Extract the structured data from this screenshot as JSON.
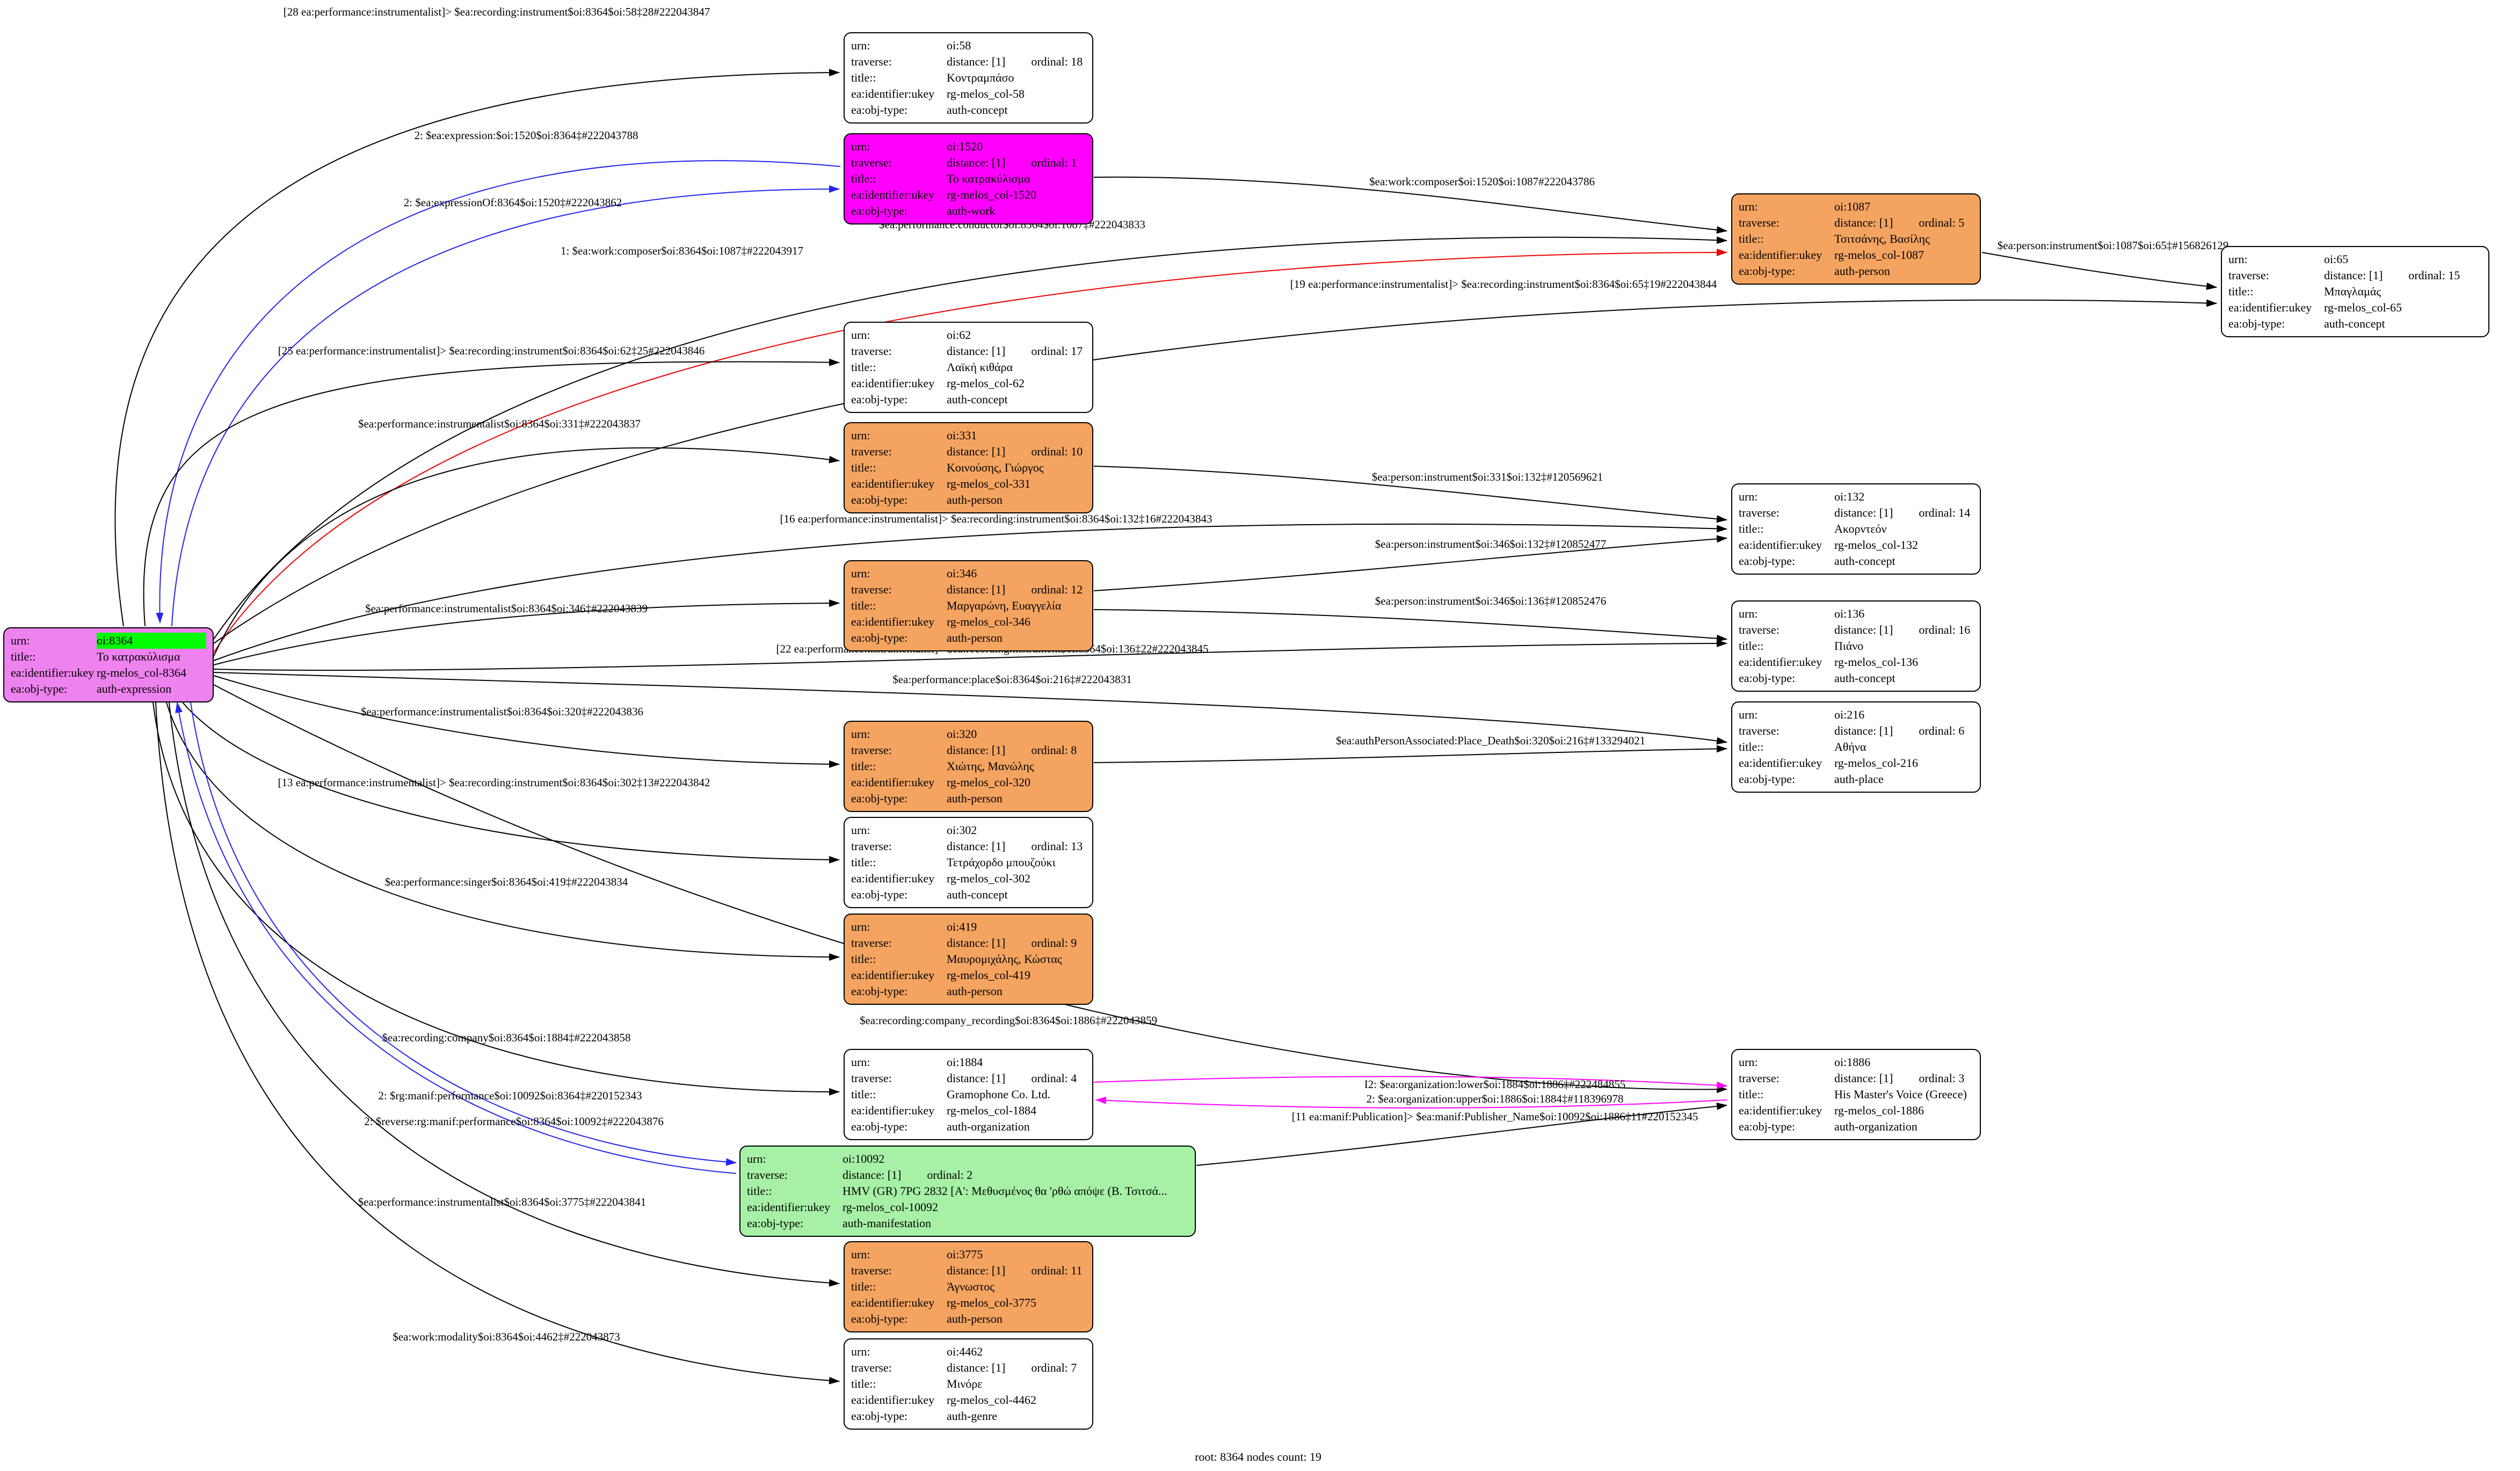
{
  "footer": {
    "text": "root: 8364 nodes count: 19"
  },
  "field_labels": {
    "urn": "urn:",
    "traverse": "traverse:",
    "distance": "distance:",
    "ordinal": "ordinal:",
    "title": "title::",
    "ukey": "ea:identifier:ukey",
    "objtype": "ea:obj-type:"
  },
  "root_node": {
    "urn": "oi:8364",
    "title": "Το κατρακύλισμα",
    "ukey": "rg-melos_col-8364",
    "objtype": "auth-expression"
  },
  "nodes": [
    {
      "urn": "oi:58",
      "distance": "[1]",
      "ordinal": "18",
      "title": "Κοντραμπάσο",
      "ukey": "rg-melos_col-58",
      "objtype": "auth-concept"
    },
    {
      "urn": "oi:1520",
      "distance": "[1]",
      "ordinal": "1",
      "title": "Το κατρακύλισμα",
      "ukey": "rg-melos_col-1520",
      "objtype": "auth-work"
    },
    {
      "urn": "oi:1087",
      "distance": "[1]",
      "ordinal": "5",
      "title": "Τσιτσάνης, Βασίλης",
      "ukey": "rg-melos_col-1087",
      "objtype": "auth-person"
    },
    {
      "urn": "oi:65",
      "distance": "[1]",
      "ordinal": "15",
      "title": "Μπαγλαμάς",
      "ukey": "rg-melos_col-65",
      "objtype": "auth-concept"
    },
    {
      "urn": "oi:62",
      "distance": "[1]",
      "ordinal": "17",
      "title": "Λαϊκή κιθάρα",
      "ukey": "rg-melos_col-62",
      "objtype": "auth-concept"
    },
    {
      "urn": "oi:331",
      "distance": "[1]",
      "ordinal": "10",
      "title": "Κοινούσης, Γιώργος",
      "ukey": "rg-melos_col-331",
      "objtype": "auth-person"
    },
    {
      "urn": "oi:132",
      "distance": "[1]",
      "ordinal": "14",
      "title": "Ακορντεόν",
      "ukey": "rg-melos_col-132",
      "objtype": "auth-concept"
    },
    {
      "urn": "oi:346",
      "distance": "[1]",
      "ordinal": "12",
      "title": "Μαργαρώνη, Ευαγγελία",
      "ukey": "rg-melos_col-346",
      "objtype": "auth-person"
    },
    {
      "urn": "oi:136",
      "distance": "[1]",
      "ordinal": "16",
      "title": "Πιάνο",
      "ukey": "rg-melos_col-136",
      "objtype": "auth-concept"
    },
    {
      "urn": "oi:216",
      "distance": "[1]",
      "ordinal": "6",
      "title": "Αθήνα",
      "ukey": "rg-melos_col-216",
      "objtype": "auth-place"
    },
    {
      "urn": "oi:320",
      "distance": "[1]",
      "ordinal": "8",
      "title": "Χιώτης, Μανώλης",
      "ukey": "rg-melos_col-320",
      "objtype": "auth-person"
    },
    {
      "urn": "oi:302",
      "distance": "[1]",
      "ordinal": "13",
      "title": "Τετράχορδο μπουζούκι",
      "ukey": "rg-melos_col-302",
      "objtype": "auth-concept"
    },
    {
      "urn": "oi:419",
      "distance": "[1]",
      "ordinal": "9",
      "title": "Μαυρομιχάλης, Κώστας",
      "ukey": "rg-melos_col-419",
      "objtype": "auth-person"
    },
    {
      "urn": "oi:1884",
      "distance": "[1]",
      "ordinal": "4",
      "title": "Gramophone Co. Ltd.",
      "ukey": "rg-melos_col-1884",
      "objtype": "auth-organization"
    },
    {
      "urn": "oi:1886",
      "distance": "[1]",
      "ordinal": "3",
      "title": "His Master's Voice (Greece)",
      "ukey": "rg-melos_col-1886",
      "objtype": "auth-organization"
    },
    {
      "urn": "oi:10092",
      "distance": "[1]",
      "ordinal": "2",
      "title": "HMV (GR) 7PG 2832 [Α': Μεθυσμένος θα 'ρθώ απόψε (Β. Τσιτσά...",
      "ukey": "rg-melos_col-10092",
      "objtype": "auth-manifestation"
    },
    {
      "urn": "oi:3775",
      "distance": "[1]",
      "ordinal": "11",
      "title": "Άγνωστος",
      "ukey": "rg-melos_col-3775",
      "objtype": "auth-person"
    },
    {
      "urn": "oi:4462",
      "distance": "[1]",
      "ordinal": "7",
      "title": "Μινόρε",
      "ukey": "rg-melos_col-4462",
      "objtype": "auth-genre"
    }
  ],
  "edges": [
    {
      "label": "[28 ea:performance:instrumentalist]> $ea:recording:instrument$oi:8364$oi:58‡28#222043847",
      "color": "black",
      "from": "oi:8364",
      "to": "oi:58"
    },
    {
      "label": "2: $ea:expression:$oi:1520$oi:8364‡#222043788",
      "color": "blue",
      "from": "oi:1520",
      "to": "oi:8364"
    },
    {
      "label": "2: $ea:expressionOf:8364$oi:1520‡#222043862",
      "color": "blue",
      "from": "oi:8364",
      "to": "oi:1520"
    },
    {
      "label": "$ea:work:composer$oi:1520$oi:1087#222043786",
      "color": "black",
      "from": "oi:1520",
      "to": "oi:1087"
    },
    {
      "label": "$ea:performance:conductor$oi:8364$oi:1087‡#222043833",
      "color": "black",
      "from": "oi:8364",
      "to": "oi:1087"
    },
    {
      "label": "1: $ea:work:composer$oi:8364$oi:1087‡#222043917",
      "color": "red",
      "from": "oi:8364",
      "to": "oi:1087"
    },
    {
      "label": "$ea:person:instrument$oi:1087$oi:65‡#156826129",
      "color": "black",
      "from": "oi:1087",
      "to": "oi:65"
    },
    {
      "label": "[19 ea:performance:instrumentalist]> $ea:recording:instrument$oi:8364$oi:65‡19#222043844",
      "color": "black",
      "from": "oi:8364",
      "to": "oi:65"
    },
    {
      "label": "[25 ea:performance:instrumentalist]> $ea:recording:instrument$oi:8364$oi:62‡25#222043846",
      "color": "black",
      "from": "oi:8364",
      "to": "oi:62"
    },
    {
      "label": "$ea:performance:instrumentalist$oi:8364$oi:331‡#222043837",
      "color": "black",
      "from": "oi:8364",
      "to": "oi:331"
    },
    {
      "label": "$ea:person:instrument$oi:331$oi:132‡#120569621",
      "color": "black",
      "from": "oi:331",
      "to": "oi:132"
    },
    {
      "label": "[16 ea:performance:instrumentalist]> $ea:recording:instrument$oi:8364$oi:132‡16#222043843",
      "color": "black",
      "from": "oi:8364",
      "to": "oi:132"
    },
    {
      "label": "$ea:person:instrument$oi:346$oi:132‡#120852477",
      "color": "black",
      "from": "oi:346",
      "to": "oi:132"
    },
    {
      "label": "$ea:performance:instrumentalist$oi:8364$oi:346‡#222043839",
      "color": "black",
      "from": "oi:8364",
      "to": "oi:346"
    },
    {
      "label": "$ea:person:instrument$oi:346$oi:136‡#120852476",
      "color": "black",
      "from": "oi:346",
      "to": "oi:136"
    },
    {
      "label": "[22 ea:performance:instrumentalist]> $ea:recording:instrument$oi:8364$oi:136‡22#222043845",
      "color": "black",
      "from": "oi:8364",
      "to": "oi:136"
    },
    {
      "label": "$ea:performance:place$oi:8364$oi:216‡#222043831",
      "color": "black",
      "from": "oi:8364",
      "to": "oi:216"
    },
    {
      "label": "$ea:performance:instrumentalist$oi:8364$oi:320‡#222043836",
      "color": "black",
      "from": "oi:8364",
      "to": "oi:320"
    },
    {
      "label": "$ea:authPersonAssociated:Place_Death$oi:320$oi:216‡#133294021",
      "color": "black",
      "from": "oi:320",
      "to": "oi:216"
    },
    {
      "label": "[13 ea:performance:instrumentalist]> $ea:recording:instrument$oi:8364$oi:302‡13#222043842",
      "color": "black",
      "from": "oi:8364",
      "to": "oi:302"
    },
    {
      "label": "$ea:performance:singer$oi:8364$oi:419‡#222043834",
      "color": "black",
      "from": "oi:8364",
      "to": "oi:419"
    },
    {
      "label": "$ea:recording:company_recording$oi:8364$oi:1886‡#222043859",
      "color": "black",
      "from": "oi:8364",
      "to": "oi:1886"
    },
    {
      "label": "$ea:recording:company$oi:8364$oi:1884‡#222043858",
      "color": "black",
      "from": "oi:8364",
      "to": "oi:1884"
    },
    {
      "label": "I2: $ea:organization:lower$oi:1884$oi:1886‡#222484855",
      "color": "magenta",
      "from": "oi:1884",
      "to": "oi:1886"
    },
    {
      "label": "2: $ea:organization:upper$oi:1886$oi:1884‡#118396978",
      "color": "magenta",
      "from": "oi:1886",
      "to": "oi:1884"
    },
    {
      "label": "2: $rg:manif:performance$oi:10092$oi:8364‡#220152343",
      "color": "blue",
      "from": "oi:10092",
      "to": "oi:8364"
    },
    {
      "label": "[11 ea:manif:Publication]> $ea:manif:Publisher_Name$oi:10092$oi:1886‡11#220152345",
      "color": "black",
      "from": "oi:10092",
      "to": "oi:1886"
    },
    {
      "label": "2: $reverse:rg:manif:performance$oi:8364$oi:10092‡#222043876",
      "color": "blue",
      "from": "oi:8364",
      "to": "oi:10092"
    },
    {
      "label": "$ea:performance:instrumentalist$oi:8364$oi:3775‡#222043841",
      "color": "black",
      "from": "oi:8364",
      "to": "oi:3775"
    },
    {
      "label": "$ea:work:modality$oi:8364$oi:4462‡#222043873",
      "color": "black",
      "from": "oi:8364",
      "to": "oi:4462"
    }
  ],
  "colors": {
    "node_fill": {
      "auth-expression": "#EE82EE",
      "auth-work": "#FF00FF",
      "auth-person": "#F4A460",
      "auth-manifestation": "#A6F1A6",
      "auth-concept": "#FFFFFF",
      "auth-place": "#FFFFFF",
      "auth-organization": "#FFFFFF",
      "auth-genre": "#FFFFFF"
    },
    "root_urn_highlight": "#00FF00",
    "edge": {
      "black": "#000000",
      "blue": "#2424EE",
      "red": "#EE0000",
      "magenta": "#FF00FF"
    }
  }
}
